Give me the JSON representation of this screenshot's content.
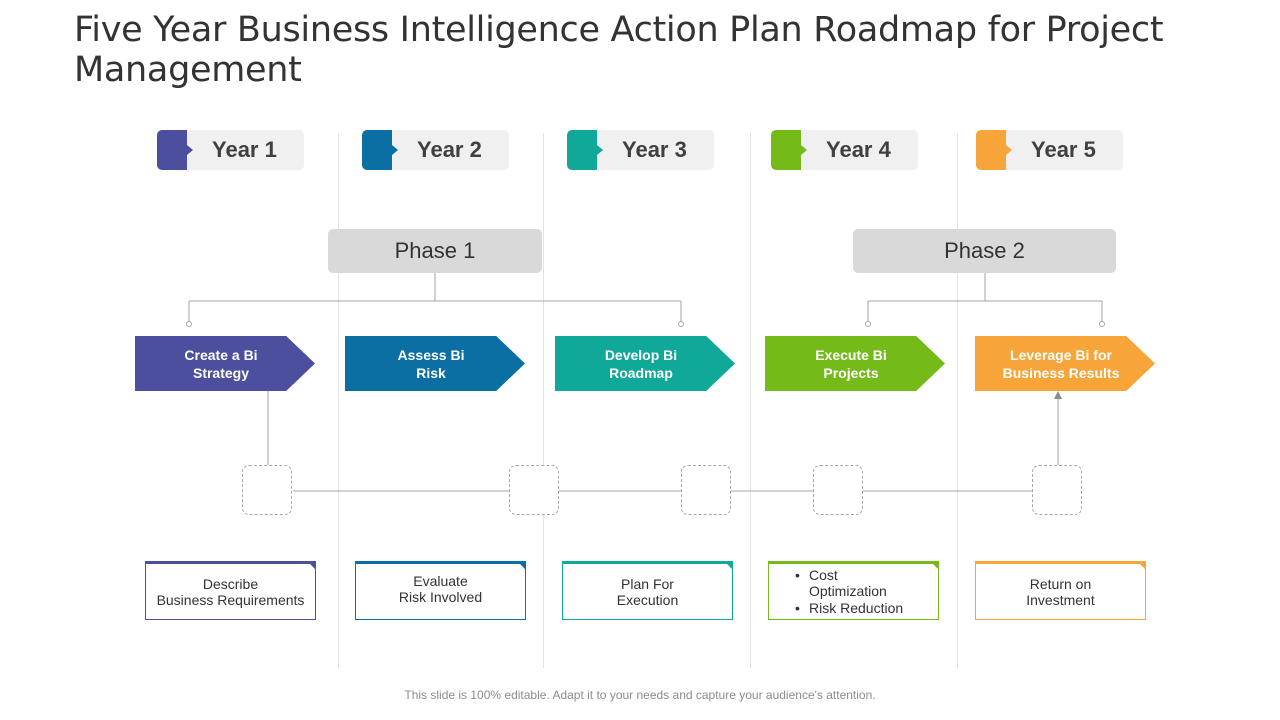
{
  "title": "Five Year Business Intelligence Action Plan Roadmap for Project Management",
  "years": [
    {
      "label": "Year 1",
      "color": "#4b4f9e"
    },
    {
      "label": "Year 2",
      "color": "#0b6fa4"
    },
    {
      "label": "Year 3",
      "color": "#10a899"
    },
    {
      "label": "Year 4",
      "color": "#74bb1a"
    },
    {
      "label": "Year 5",
      "color": "#f7a538"
    }
  ],
  "phases": [
    {
      "label": "Phase 1"
    },
    {
      "label": "Phase 2"
    }
  ],
  "steps": [
    {
      "label": "Create a Bi\nStrategy",
      "color": "#4b4f9e"
    },
    {
      "label": "Assess Bi\nRisk",
      "color": "#0b6fa4"
    },
    {
      "label": "Develop Bi\nRoadmap",
      "color": "#10a899"
    },
    {
      "label": "Execute Bi\nProjects",
      "color": "#74bb1a"
    },
    {
      "label": "Leverage Bi for\nBusiness Results",
      "color": "#f7a538"
    }
  ],
  "cards": [
    {
      "text": "Describe\nBusiness Requirements",
      "color": "#4b4f9e"
    },
    {
      "text": "Evaluate\nRisk Involved",
      "color": "#0b6fa4"
    },
    {
      "text": "Plan For\nExecution",
      "color": "#10a899"
    },
    {
      "bullets": [
        "Cost\nOptimization",
        "Risk Reduction"
      ],
      "color": "#74bb1a"
    },
    {
      "text": "Return on\nInvestment",
      "color": "#f7a538"
    }
  ],
  "footer": "This slide is 100% editable. Adapt it to your needs and capture your audience's attention."
}
